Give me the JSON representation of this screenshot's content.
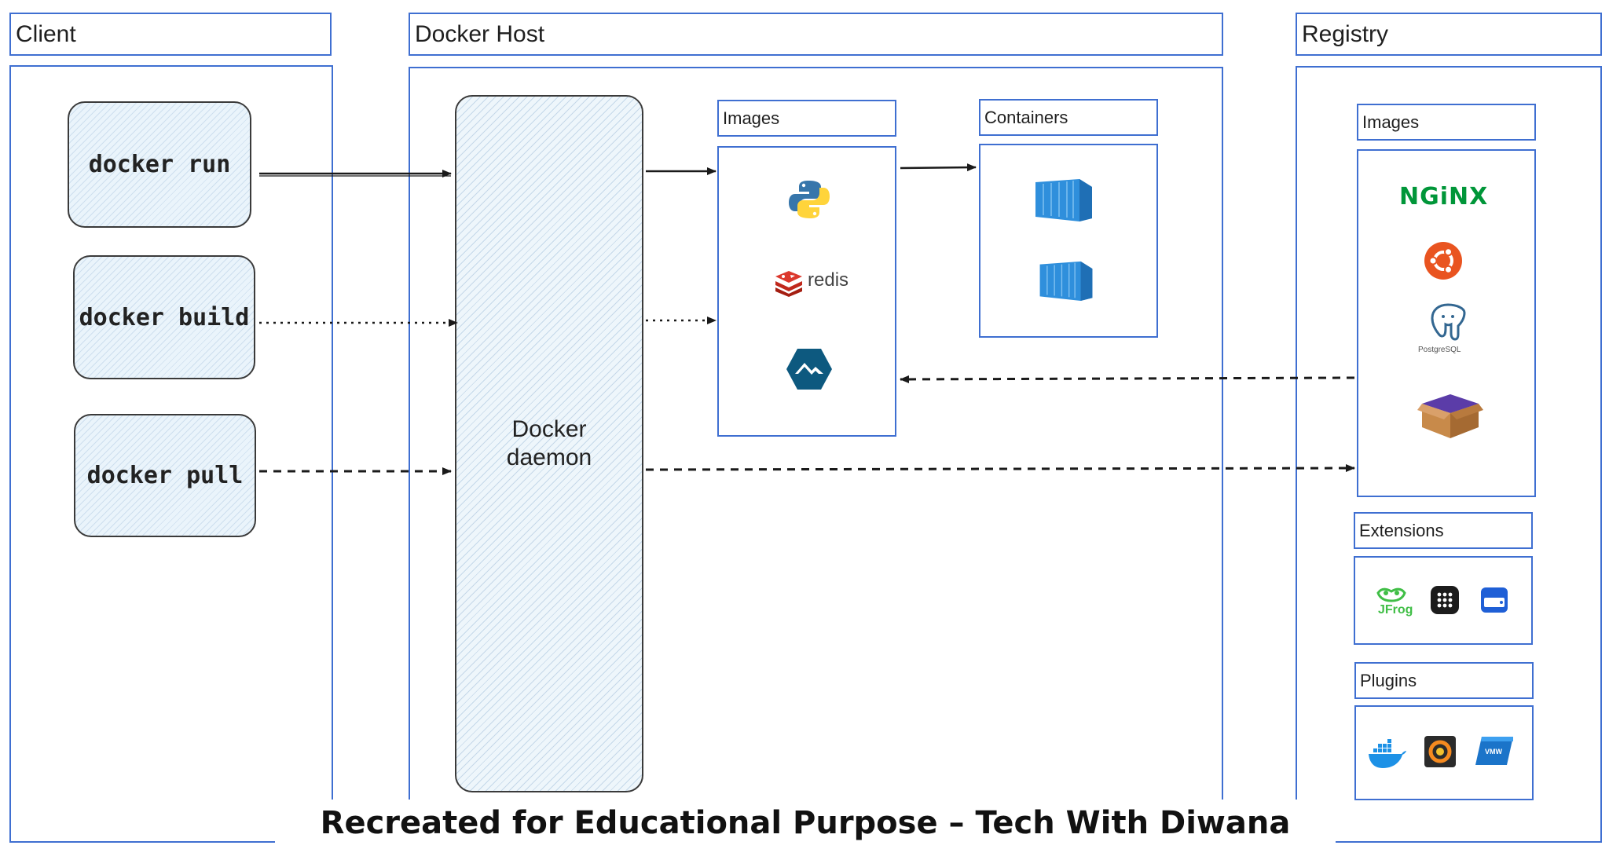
{
  "columns": {
    "client": "Client",
    "host": "Docker Host",
    "registry": "Registry"
  },
  "commands": {
    "run": "docker run",
    "build": "docker build",
    "pull": "docker pull"
  },
  "daemon": {
    "line1": "Docker",
    "line2": "daemon"
  },
  "host_sections": {
    "images": "Images",
    "containers": "Containers"
  },
  "host_images": {
    "redis_label": "redis"
  },
  "registry_sections": {
    "images": "Images",
    "extensions": "Extensions",
    "plugins": "Plugins"
  },
  "registry_images": {
    "nginx_label": "NGiNX",
    "postgres_label": "PostgreSQL"
  },
  "extensions": {
    "jfrog_label": "JFrog"
  },
  "plugins": {
    "vmw_label": "VMW"
  },
  "icons": [
    "python-icon",
    "redis-icon",
    "alpine-icon",
    "container-icon",
    "nginx-logo",
    "ubuntu-icon",
    "postgresql-icon",
    "box-icon",
    "jfrog-icon",
    "grid-app-icon",
    "disk-icon",
    "docker-whale-icon",
    "grafana-icon",
    "vmware-icon"
  ],
  "colors": {
    "frame": "#3f6fd1",
    "nginx": "#009639",
    "ubuntu": "#e95420",
    "redis": "#d82c20",
    "python_blue": "#3776ab",
    "python_yellow": "#ffd43b",
    "container": "#2f8fdc"
  },
  "footer": "Recreated for Educational Purpose – Tech With Diwana"
}
